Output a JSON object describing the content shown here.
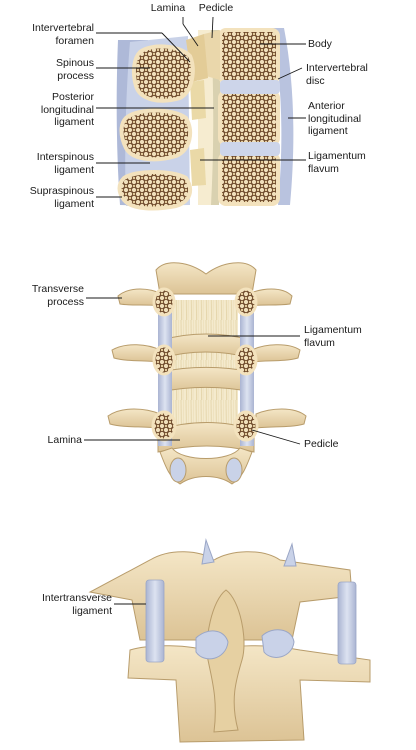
{
  "panels": [
    {
      "id": "sagittal",
      "labels": {
        "lamina": "Lamina",
        "pedicle": "Pedicle",
        "intervertebral_foramen": [
          "Intervertebral",
          "foramen"
        ],
        "spinous_process": [
          "Spinous",
          "process"
        ],
        "posterior_longitudinal_ligament": [
          "Posterior",
          "longitudinal",
          "ligament"
        ],
        "interspinous_ligament": [
          "Interspinous",
          "ligament"
        ],
        "supraspinous_ligament": [
          "Supraspinous",
          "ligament"
        ],
        "body": "Body",
        "intervertebral_disc": [
          "Intervertebral",
          "disc"
        ],
        "anterior_longitudinal_ligament": [
          "Anterior",
          "longitudinal",
          "ligament"
        ],
        "ligamentum_flavum": [
          "Ligamentum",
          "flavum"
        ]
      }
    },
    {
      "id": "anterior-view-of-laminae",
      "labels": {
        "transverse_process": [
          "Transverse",
          "process"
        ],
        "ligamentum_flavum": [
          "Ligamentum",
          "flavum"
        ],
        "lamina": "Lamina",
        "pedicle": "Pedicle"
      }
    },
    {
      "id": "posterior-view",
      "labels": {
        "intertransverse_ligament": [
          "Intertransverse",
          "ligament"
        ]
      }
    }
  ],
  "colors": {
    "bone": "#efdcb4",
    "bone_shadow": "#d4b988",
    "bone_outline": "#8a7250",
    "cancellous": "#b8865a",
    "ligament": "#c7d0e4",
    "ligament_dark": "#9aa6c6",
    "flavum": "#f2e6c4",
    "disc": "#dfe4f0",
    "leader": "#1a1a1a"
  }
}
